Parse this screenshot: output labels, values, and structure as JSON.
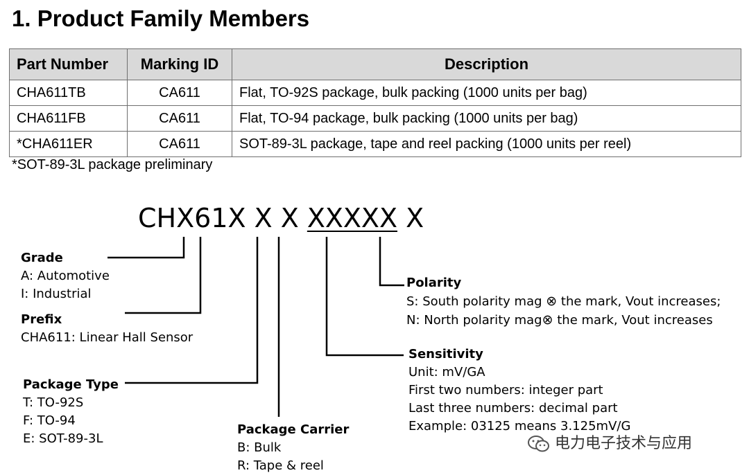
{
  "title": "1. Product Family Members",
  "table": {
    "headers": [
      "Part Number",
      "Marking ID",
      "Description"
    ],
    "rows": [
      [
        "CHA611TB",
        "CA611",
        "Flat, TO-92S package, bulk packing (1000 units per bag)"
      ],
      [
        "CHA611FB",
        "CA611",
        "Flat, TO-94 package, bulk packing (1000 units per bag)"
      ],
      [
        "*CHA611ER",
        "CA611",
        "SOT-89-3L package, tape and reel packing (1000 units per reel)"
      ]
    ]
  },
  "footnote": "*SOT-89-3L package preliminary",
  "code": {
    "prefix": "CHX61X X X ",
    "sensitivity": "XXXXX",
    "suffix": " X"
  },
  "grade": {
    "heading": "Grade",
    "lines": [
      "A: Automotive",
      "I: Industrial"
    ]
  },
  "prefix_block": {
    "heading": "Prefix",
    "lines": [
      "CHA611: Linear Hall Sensor"
    ]
  },
  "package_type": {
    "heading": "Package Type",
    "lines": [
      "T: TO-92S",
      "F: TO-94",
      "E: SOT-89-3L"
    ]
  },
  "package_carrier": {
    "heading": "Package Carrier",
    "lines": [
      "B: Bulk",
      "R: Tape & reel"
    ]
  },
  "polarity": {
    "heading": "Polarity",
    "line1_a": "S: South polarity mag ",
    "line1_b": "  the mark, Vout increases;",
    "line2_a": "N: North polarity mag",
    "line2_b": "  the mark, Vout increases",
    "symbol": "⊗"
  },
  "sensitivity": {
    "heading": "Sensitivity",
    "lines": [
      "Unit: mV/GA",
      "First two numbers: integer part",
      "Last three numbers: decimal part",
      "Example: 03125 means 3.125mV/G"
    ]
  },
  "watermark": "电力电子技术与应用"
}
